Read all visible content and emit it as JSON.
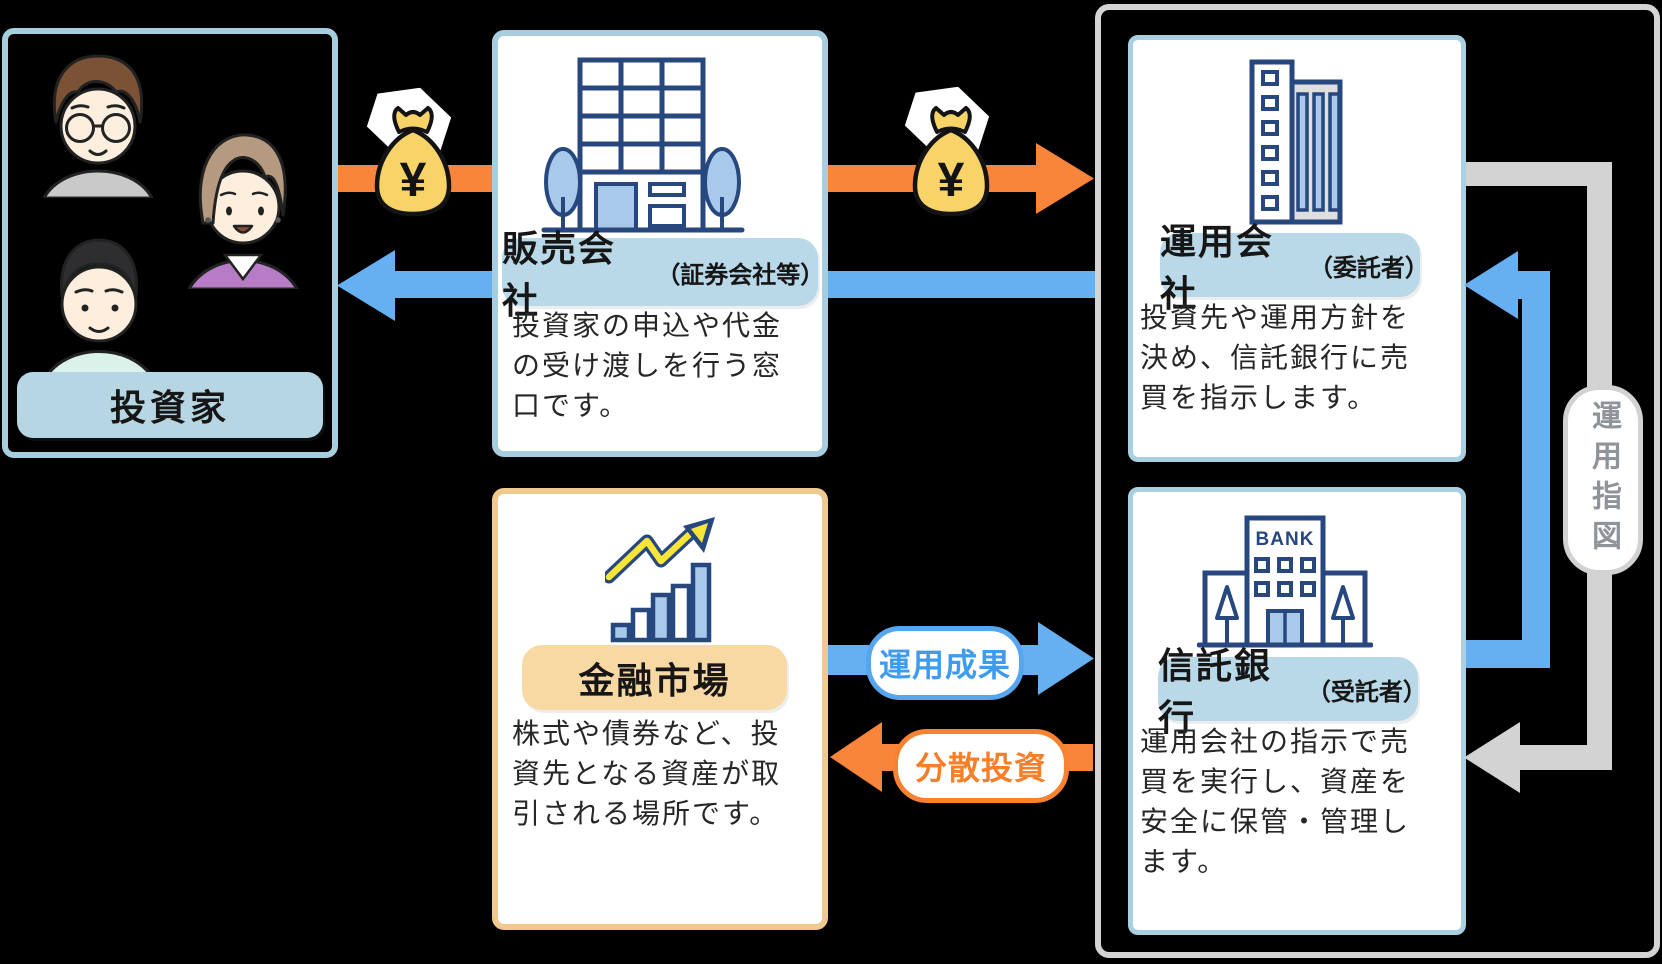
{
  "investor": {
    "label": "投資家"
  },
  "sales_company": {
    "title": "販売会社",
    "qualifier": "（証券会社等）",
    "description": "投資家の申込や代金\nの受け渡しを行う窓\n口です。"
  },
  "financial_market": {
    "title": "金融市場",
    "description": "株式や債券など、投\n資先となる資産が取\n引される場所です。"
  },
  "management_company": {
    "title": "運用会社",
    "qualifier": "（委託者）",
    "description": "投資先や運用方針を\n決め、信託銀行に売\n買を指示します。"
  },
  "trust_bank": {
    "title": "信託銀行",
    "qualifier": "（受託者）",
    "description": "運用会社の指示で売\n買を実行し、資産を\n安全に保管・管理し\nます。",
    "bank_sign": "BANK"
  },
  "flows": {
    "money_symbol": "¥",
    "management_result": "運用成果",
    "diversified_investment": "分散投資",
    "management_instruction": "運用指図"
  },
  "colors": {
    "money_flow_orange": "#f8853a",
    "return_flow_blue": "#66b0f2",
    "instruction_gray": "#d3d3d3",
    "box_border_blue": "#a6cede",
    "box_border_tan": "#efc98e",
    "label_fill_blue": "#b9d8e8",
    "label_fill_tan": "#f8d9a4",
    "icon_navy": "#27477f",
    "icon_lightblue": "#a9c9ea",
    "moneybag_yellow": "#f8d468",
    "chart_arrow_yellow": "#f8e53a"
  }
}
